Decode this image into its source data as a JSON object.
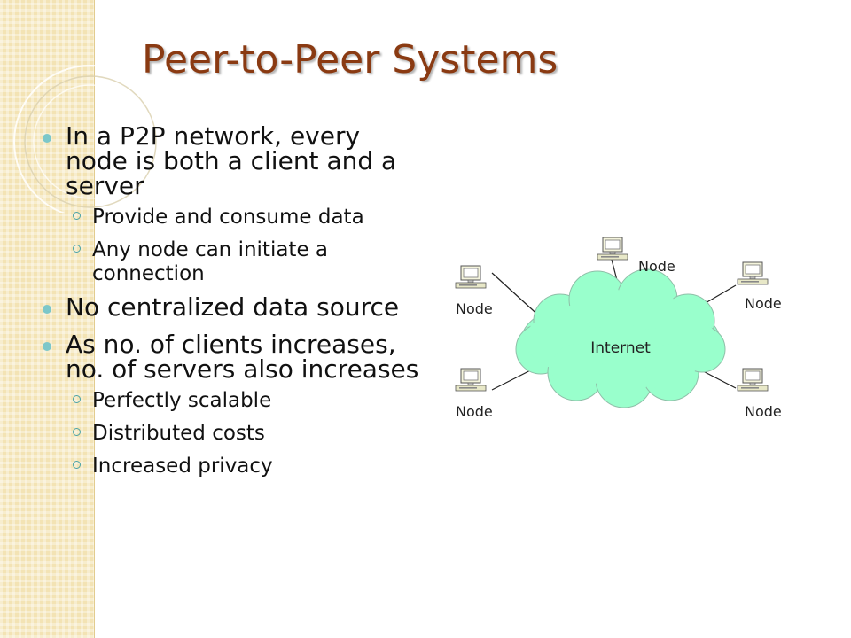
{
  "slide": {
    "title": "Peer-to-Peer Systems",
    "bullets": [
      {
        "text": "In a P2P network, every node is both a client and a server",
        "sub": [
          "Provide and consume data",
          "Any node can initiate a connection"
        ]
      },
      {
        "text": "No centralized data source",
        "sub": []
      },
      {
        "text": "As no. of clients increases, no. of servers also increases",
        "sub": [
          "Perfectly scalable",
          "Distributed costs",
          "Increased privacy"
        ]
      }
    ]
  },
  "diagram": {
    "cloud_label": "Internet",
    "node_label": "Node",
    "cloud_color": "#99ffcc",
    "accent_color": "#8a3a12"
  }
}
